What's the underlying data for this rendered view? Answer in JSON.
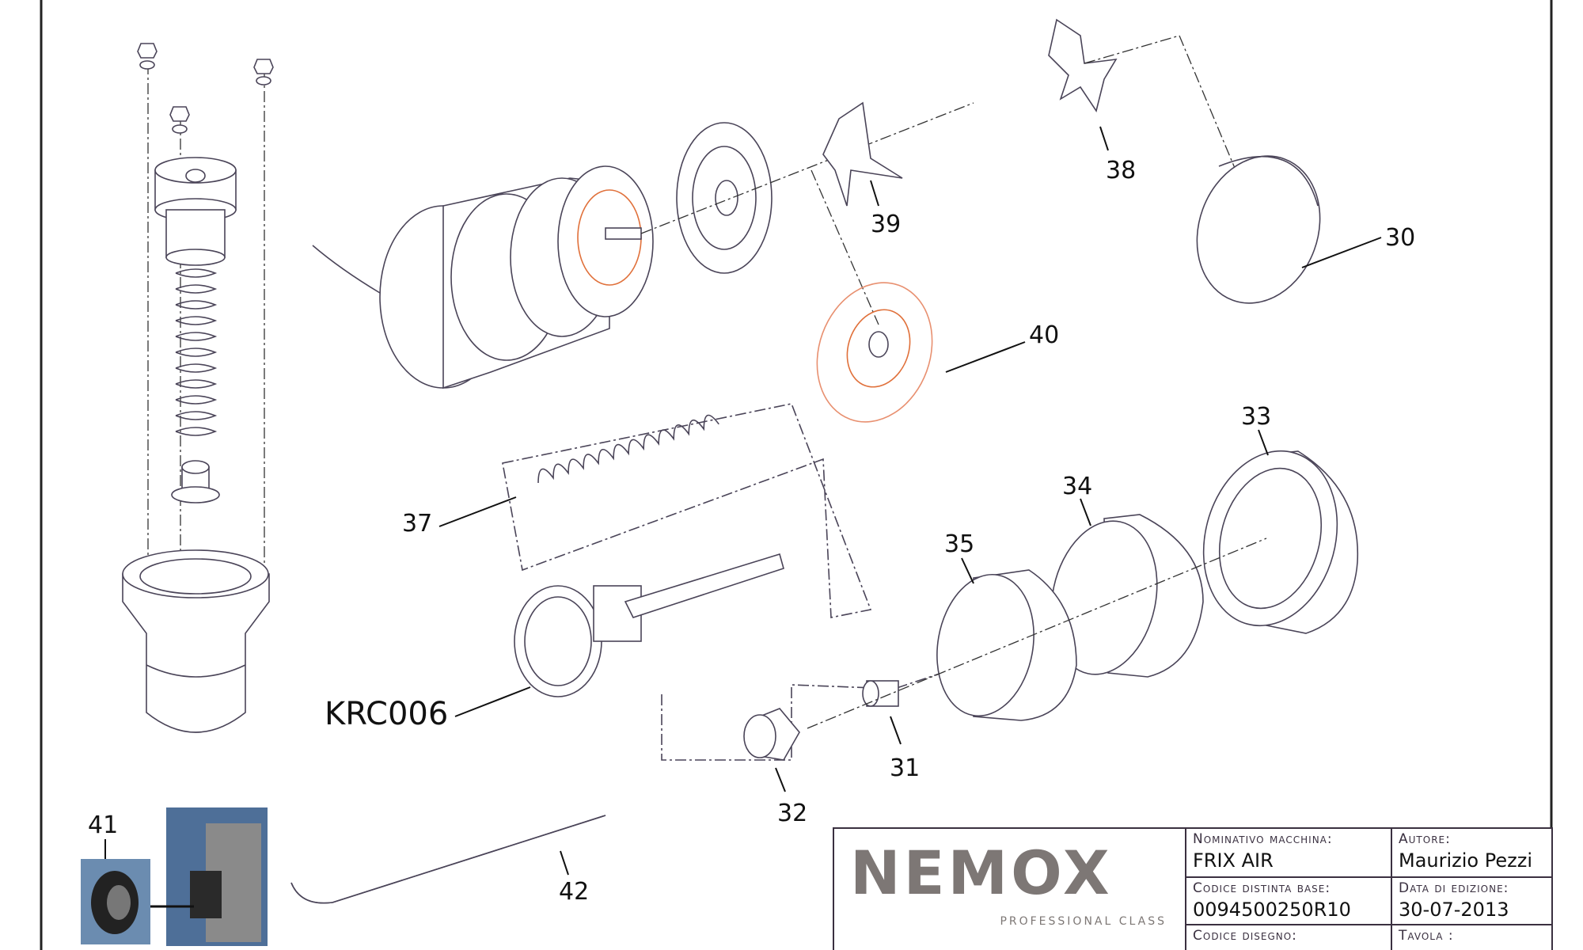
{
  "title_block": {
    "logo": "NEMOX",
    "logo_tagline": "PROFESSIONAL CLASS",
    "machine_label": "Nominativo macchina:",
    "machine_value": "FRIX AIR",
    "author_label": "Autore:",
    "author_value": "Maurizio Pezzi",
    "bom_label": "Codice distinta base:",
    "bom_value": "0094500250R10",
    "date_label": "Data di edizione:",
    "date_value": "30-07-2013",
    "drawing_code_label": "Codice disegno:",
    "sheet_label": "Tavola :"
  },
  "callouts": {
    "c30": "30",
    "c31": "31",
    "c32": "32",
    "c33": "33",
    "c34": "34",
    "c35": "35",
    "c37": "37",
    "c38": "38",
    "c39": "39",
    "c40": "40",
    "c41": "41",
    "c42": "42",
    "krc": "KRC006"
  }
}
